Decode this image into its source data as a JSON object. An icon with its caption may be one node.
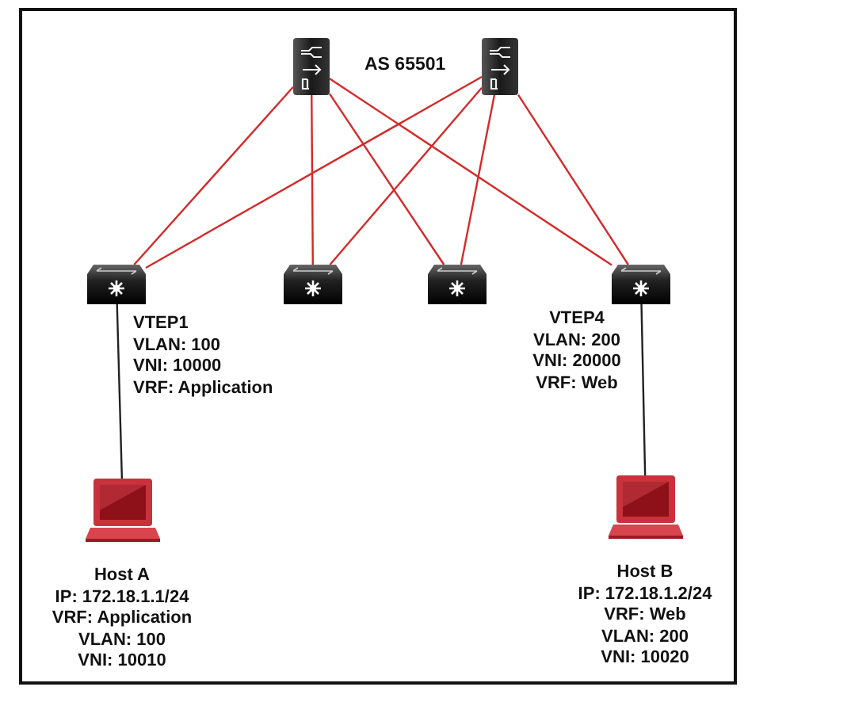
{
  "diagram": {
    "nodes": [
      {
        "text": [],
        "shape": "picture"
      },
      {
        "text": [],
        "shape": "picture"
      },
      {
        "text": [],
        "shape": "picture",
        "beside": [
          "VTEP1",
          "VLAN: 100",
          "VNI: 10000",
          "VRF: Application"
        ]
      },
      {
        "text": [],
        "shape": "picture"
      },
      {
        "text": [],
        "shape": "picture"
      },
      {
        "text": [],
        "shape": "picture",
        "beside": [
          "VTEP4",
          "VLAN: 200",
          "VNI: 20000",
          "VRF: Web"
        ]
      },
      {
        "text": [],
        "shape": "picture",
        "beside": [
          "Host A",
          "IP: 172.18.1.1/24",
          "VRF: Application",
          "VLAN: 100",
          "VNI: 10010"
        ]
      },
      {
        "text": [],
        "shape": "picture",
        "beside": [
          "Host B",
          "IP: 172.18.1.2/24",
          "VRF: Web",
          "VLAN: 200",
          "VNI: 10020"
        ]
      }
    ],
    "edges": [
      {
        "from": 0,
        "to": 2,
        "arrow": "none"
      },
      {
        "from": 0,
        "to": 3,
        "arrow": "none"
      },
      {
        "from": 0,
        "to": 4,
        "arrow": "none"
      },
      {
        "from": 0,
        "to": 5,
        "arrow": "none"
      },
      {
        "from": 1,
        "to": 2,
        "arrow": "none"
      },
      {
        "from": 1,
        "to": 3,
        "arrow": "none"
      },
      {
        "from": 1,
        "to": 4,
        "arrow": "none"
      },
      {
        "from": 1,
        "to": 5,
        "arrow": "none"
      },
      {
        "from": 2,
        "to": 6,
        "arrow": "none",
        "color": "#222222"
      },
      {
        "from": 5,
        "to": 7,
        "arrow": "none",
        "color": "#222222"
      }
    ],
    "labels": [
      "AS 65501"
    ]
  }
}
